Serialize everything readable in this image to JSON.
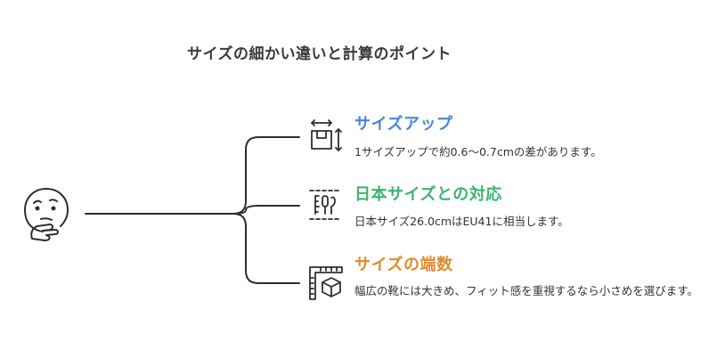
{
  "title": "サイズの細かい違いと計算のポイント",
  "colors": {
    "blue": "#4a86d8",
    "green": "#3cb371",
    "orange": "#e08a2c",
    "line": "#2f2f2f"
  },
  "items": [
    {
      "heading": "サイズアップ",
      "description": "1サイズアップで約0.6〜0.7cmの差があります。",
      "icon": "resize-arrows-icon",
      "color": "#4a86d8"
    },
    {
      "heading": "日本サイズとの対応",
      "description": "日本サイズ26.0cmはEU41に相当します。",
      "icon": "measurement-conversion-icon",
      "color": "#3cb371"
    },
    {
      "heading": "サイズの端数",
      "description": "幅広の靴には大きめ、フィット感を重視するなら小さめを選びます。",
      "icon": "ruler-cube-icon",
      "color": "#e08a2c"
    }
  ],
  "center_icon": "thinking-face-icon"
}
